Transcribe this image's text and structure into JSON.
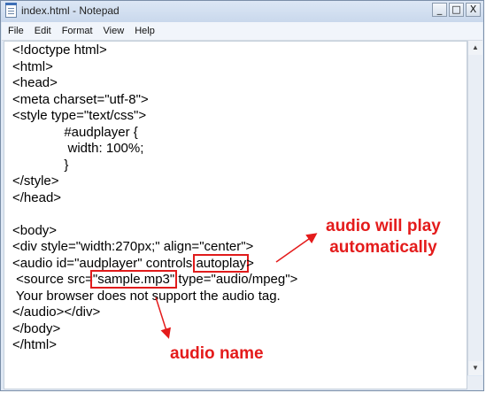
{
  "window": {
    "title": "index.html - Notepad",
    "buttons": {
      "minimize": "_",
      "maximize": "□",
      "close": "X"
    }
  },
  "menu": [
    "File",
    "Edit",
    "Format",
    "View",
    "Help"
  ],
  "code_lines": [
    "<!doctype html>",
    "<html>",
    "<head>",
    "<meta charset=\"utf-8\">",
    "<style type=\"text/css\">",
    "              #audplayer {",
    "               width: 100%;",
    "              }",
    "</style>",
    "</head>",
    "",
    "<body>",
    "<div style=\"width:270px;\" align=\"center\">",
    "<audio id=\"audplayer\" controls ",
    "autoplay",
    ">",
    " <source src=",
    "\"sample.mp3\"",
    " type=\"audio/mpeg\">",
    " Your browser does not support the audio tag.",
    "</audio></div>",
    "</body>",
    "</html>"
  ],
  "annotations": {
    "autoplay_note_line1": "audio will play",
    "autoplay_note_line2": "automatically",
    "name_note": "audio name",
    "color": "#e41b1b"
  },
  "icons": {
    "app": "notepad-icon",
    "scroll_up": "▲",
    "scroll_down": "▼"
  }
}
